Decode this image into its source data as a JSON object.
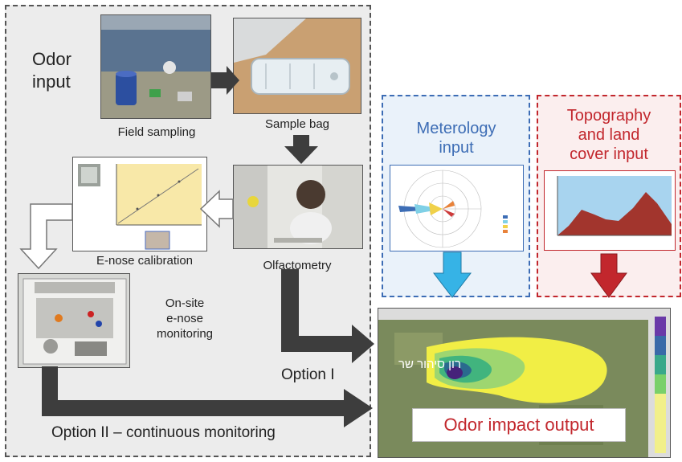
{
  "diagram": {
    "odor_input_title": [
      "Odor",
      "input"
    ],
    "field_sampling_label": "Field sampling",
    "sample_bag_label": "Sample bag",
    "enose_calibration_label": "E-nose calibration",
    "olfactometry_label": "Olfactometry",
    "onsite_label": [
      "On-site",
      "e-nose",
      "monitoring"
    ],
    "option1_label": "Option I",
    "option2_label": "Option II – continuous monitoring",
    "meteorology_title": [
      "Meterology",
      "input"
    ],
    "topography_title": [
      "Topography",
      "and land",
      "cover input"
    ],
    "odor_impact_label": "Odor impact output",
    "map_overlay_text": "רון סיהור שר"
  },
  "colors": {
    "arrow_dark": "#3d3d3d",
    "meteorology_blue": "#3d6db5",
    "topography_red": "#c2272d",
    "arrow_cyan": "#36b3e6",
    "arrow_red": "#c2272d",
    "odor_impact_text": "#c2272d"
  }
}
